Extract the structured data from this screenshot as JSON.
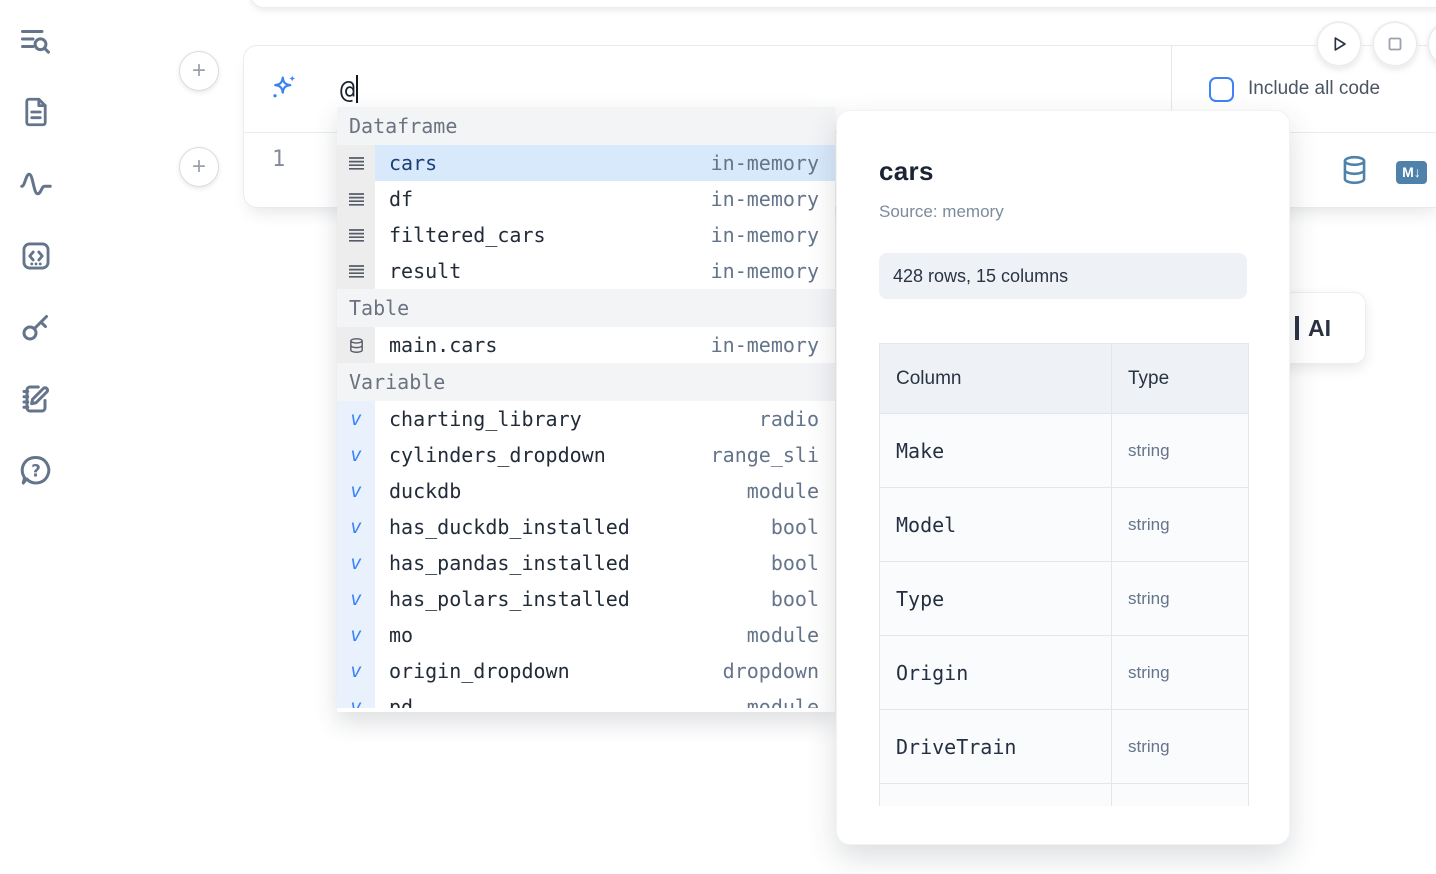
{
  "sidebar": {
    "icons": [
      {
        "name": "list-search-icon"
      },
      {
        "name": "file-document-icon"
      },
      {
        "name": "activity-icon"
      },
      {
        "name": "code-snippets-icon"
      },
      {
        "name": "key-icon"
      },
      {
        "name": "scratchpad-icon"
      },
      {
        "name": "help-chat-icon"
      }
    ],
    "help_glyph": "?"
  },
  "toolbar": {
    "add_cell_label": "+",
    "include_all_code_label": "Include all code"
  },
  "ai_cell": {
    "prompt_value": "@"
  },
  "code_cell": {
    "line_number": "1",
    "markdown_badge": "M↓"
  },
  "autocomplete": {
    "variable_glyph": "v",
    "sections": [
      {
        "label": "Dataframe",
        "items": [
          {
            "name": "cars",
            "type": "in-memory",
            "selected": true
          },
          {
            "name": "df",
            "type": "in-memory"
          },
          {
            "name": "filtered_cars",
            "type": "in-memory"
          },
          {
            "name": "result",
            "type": "in-memory"
          }
        ]
      },
      {
        "label": "Table",
        "items": [
          {
            "name": "main.cars",
            "type": "in-memory"
          }
        ]
      },
      {
        "label": "Variable",
        "items": [
          {
            "name": "charting_library",
            "type": "radio"
          },
          {
            "name": "cylinders_dropdown",
            "type": "range_sli"
          },
          {
            "name": "duckdb",
            "type": "module"
          },
          {
            "name": "has_duckdb_installed",
            "type": "bool"
          },
          {
            "name": "has_pandas_installed",
            "type": "bool"
          },
          {
            "name": "has_polars_installed",
            "type": "bool"
          },
          {
            "name": "mo",
            "type": "module"
          },
          {
            "name": "origin_dropdown",
            "type": "dropdown"
          },
          {
            "name": "pd",
            "type": "module"
          }
        ]
      }
    ]
  },
  "preview": {
    "title": "cars",
    "source": "Source: memory",
    "shape": "428 rows, 15 columns",
    "table": {
      "headers": [
        "Column",
        "Type"
      ],
      "rows": [
        {
          "column": "Make",
          "type": "string"
        },
        {
          "column": "Model",
          "type": "string"
        },
        {
          "column": "Type",
          "type": "string"
        },
        {
          "column": "Origin",
          "type": "string"
        },
        {
          "column": "DriveTrain",
          "type": "string"
        }
      ]
    }
  },
  "ai_generate_button": {
    "fragment": "AI"
  },
  "colors": {
    "accent_blue": "#3b82f6",
    "steel_blue": "#4e82aa",
    "selected_row_bg": "#d8e9fb",
    "selected_row_text": "#1d3f77",
    "section_header_bg": "#f3f4f6",
    "panel_badge_bg": "#eef2f7",
    "icon_slate": "#64748b"
  }
}
